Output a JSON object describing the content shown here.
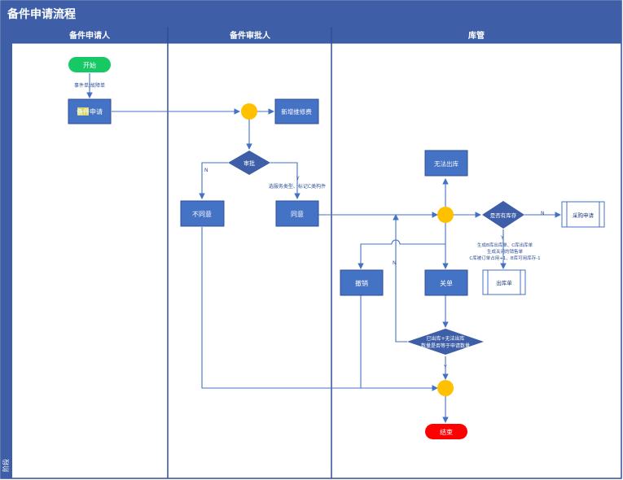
{
  "title": "备件申请流程",
  "side_label": "阶段",
  "lanes": [
    {
      "label": "备件申请人"
    },
    {
      "label": "备件审批人"
    },
    {
      "label": "库管"
    }
  ],
  "nodes": {
    "start": "开始",
    "apply": "备件申请",
    "gateway1": "",
    "add_fee": "新增维修费",
    "review": "审批",
    "reject": "不同意",
    "agree": "同意",
    "cannot_out": "无法出库",
    "gateway2": "",
    "has_stock": "是否有库存",
    "purchase": "采购申请",
    "out_order": "出库单",
    "close": "关单",
    "cancel": "撤销",
    "check": [
      "已出库+无法出库",
      "数量是否等于申请数量"
    ],
    "gateway3": "",
    "end": "结束"
  },
  "edge_labels": {
    "apply_in": "事件单/故障单",
    "review_no": "N",
    "review_yes": "Y",
    "agree_note": "选服务类型、标记C类构件",
    "stock_no": "N",
    "stock_yes": "Y",
    "out_note": [
      "生成B库出库单、C库出库单",
      "生成关闭的销售单",
      "C库被订单占用+1、B库可用库存-1"
    ],
    "check_no": "N",
    "check_yes": "Y"
  },
  "colors": {
    "header": "#3e5ea8",
    "border": "#2f4f9a",
    "box": "#4472c4",
    "diamond": "#3e5ea8",
    "start": "#17c964",
    "end": "#ff0000",
    "gateway": "#ffc000",
    "line": "#4472c4"
  }
}
